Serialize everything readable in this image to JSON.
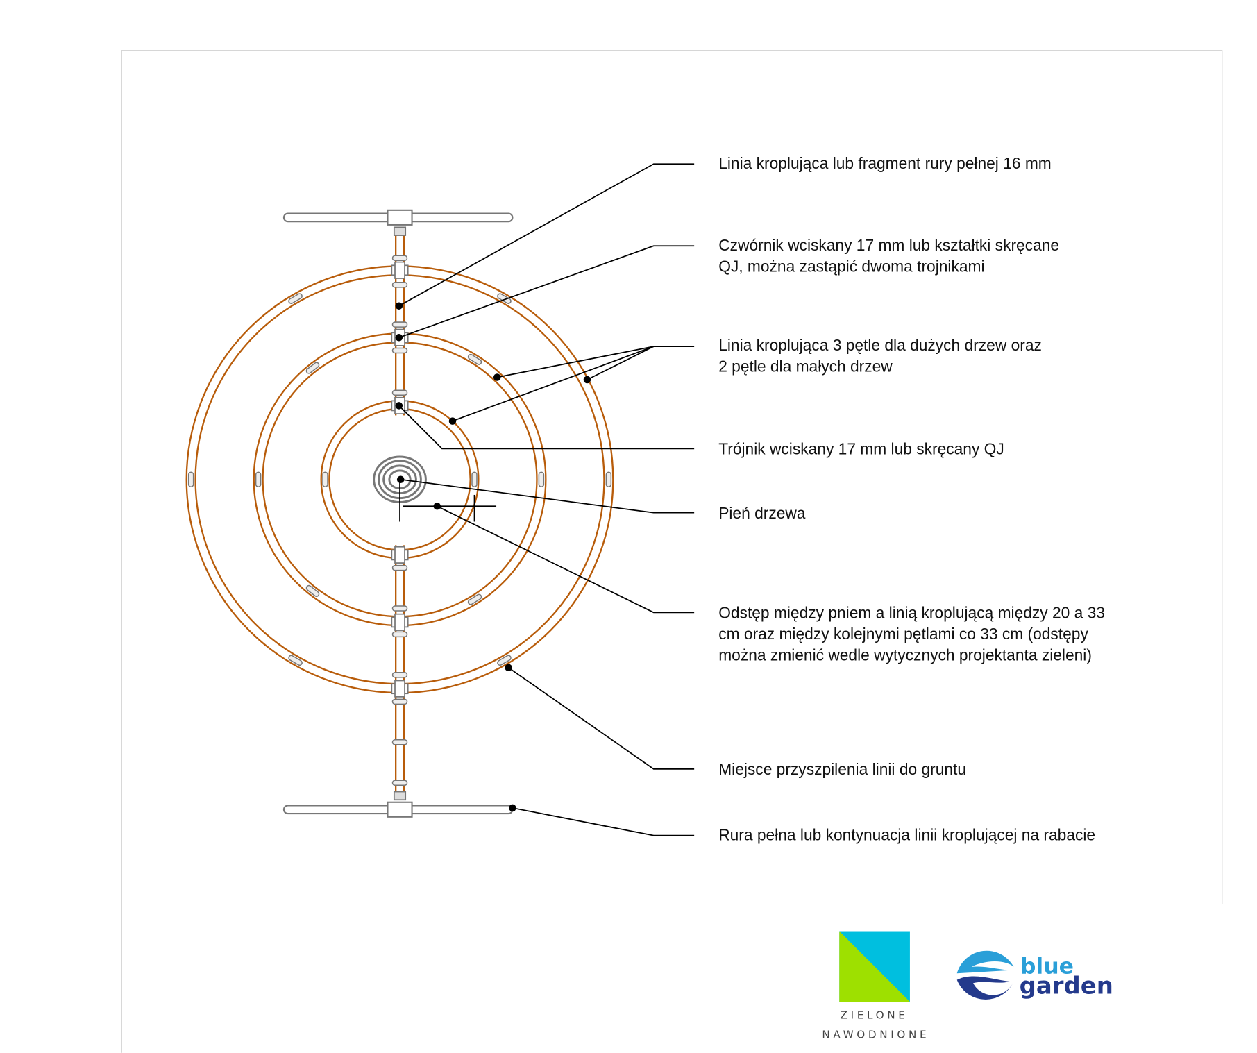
{
  "labels": [
    {
      "lines": [
        "Linia kroplująca lub fragment rury pełnej 16 mm"
      ]
    },
    {
      "lines": [
        "Czwórnik wciskany 17 mm lub kształtki skręcane",
        "QJ, można zastąpić dwoma trojnikami"
      ]
    },
    {
      "lines": [
        "Linia kroplująca 3 pętle dla dużych drzew oraz",
        "2 pętle dla  małych drzew"
      ]
    },
    {
      "lines": [
        "Trójnik wciskany 17 mm lub skręcany QJ"
      ]
    },
    {
      "lines": [
        "Pień drzewa"
      ]
    },
    {
      "lines": [
        "Odstęp między pniem a linią kroplującą między 20 a 33",
        "cm oraz między kolejnymi pętlami co 33 cm (odstępy",
        "można zmienić wedle wytycznych projektanta zieleni)"
      ]
    },
    {
      "lines": [
        "Miejsce przyszpilenia linii do gruntu"
      ]
    },
    {
      "lines": [
        "Rura pełna lub kontynuacja linii kroplującej na rabacie"
      ]
    }
  ],
  "logos": {
    "zielone": {
      "line1": "ZIELONE",
      "line2": "NAWODNIONE"
    },
    "bluegarden": {
      "word1": "blue",
      "word2": "garden"
    }
  },
  "colors": {
    "pipe": "#b85c0a",
    "fitting": "#777777",
    "leader": "#000000",
    "zn_green": "#9ee000",
    "zn_cyan": "#00bfdf",
    "bg_light": "#2a9fd8",
    "bg_dark": "#243a8c"
  }
}
